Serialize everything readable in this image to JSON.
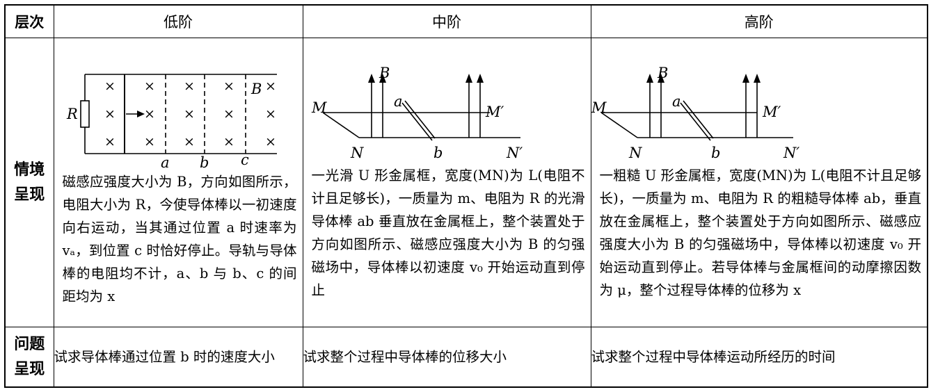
{
  "header": {
    "col0": "层次",
    "col1": "低阶",
    "col2": "中阶",
    "col3": "高阶"
  },
  "rows": {
    "scenario_label": "情境\n呈现",
    "question_label": "问题\n呈现"
  },
  "low": {
    "figure": {
      "R": "R",
      "B": "B",
      "a": "a",
      "b": "b",
      "c": "c",
      "cross": "×"
    },
    "text": "磁感应强度大小为 B，方向如图所示，电阻大小为 R，今使导体棒以一初速度向右运动，当其通过位置 a 时速率为 vₐ，到位置 c 时恰好停止。导轨与导体棒的电阻均不计，a、b 与 b、c 的间距均为 x",
    "question": "试求导体棒通过位置 b 时的速度大小"
  },
  "mid": {
    "figure": {
      "B": "B",
      "M": "M",
      "a": "a",
      "M_prime": "M′",
      "N": "N",
      "b": "b",
      "N_prime": "N′"
    },
    "text": "一光滑 U 形金属框，宽度(MN)为 L(电阻不计且足够长)，一质量为 m、电阻为 R 的光滑导体棒 ab 垂直放在金属框上，整个装置处于方向如图所示、磁感应强度大小为 B 的匀强磁场中，导体棒以初速度 v₀ 开始运动直到停止",
    "question": "试求整个过程中导体棒的位移大小"
  },
  "high": {
    "figure": {
      "B": "B",
      "M": "M",
      "a": "a",
      "M_prime": "M′",
      "N": "N",
      "b": "b",
      "N_prime": "N′"
    },
    "text": "一粗糙 U 形金属框，宽度(MN)为 L(电阻不计且足够长)，一质量为 m、电阻为 R 的粗糙导体棒 ab，垂直放在金属框上，整个装置处于方向如图所示、磁感应强度大小为 B 的匀强磁场中，导体棒以初速度 v₀ 开始运动直到停止。若导体棒与金属框间的动摩擦因数为 μ，整个过程导体棒的位移为 x",
    "question": "试求整个过程中导体棒运动所经历的时间"
  }
}
